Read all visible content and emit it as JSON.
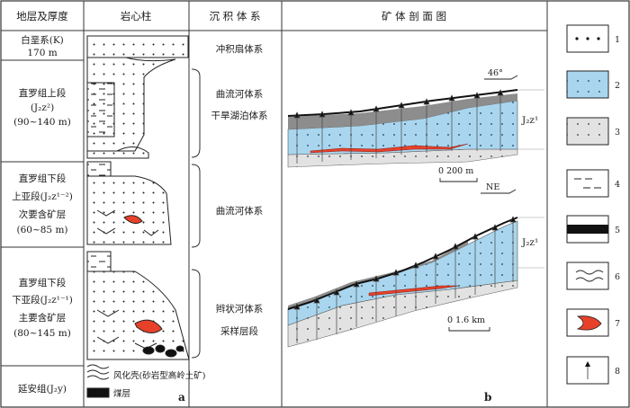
{
  "headers": {
    "strata": "地层及厚度",
    "core": "岩心柱",
    "system": "沉 积 体 系",
    "profile": "矿 体 剖 面 图"
  },
  "strata": [
    {
      "line1": "白垩系(K)",
      "line2": "170 m"
    },
    {
      "line1": "直罗组上段",
      "line2": "(J₂z²)",
      "line3": "(90~140 m)"
    },
    {
      "line1": "直罗组下段",
      "line2": "上亚段(J₂z¹⁻²)",
      "line3": "次要含矿层",
      "line4": "(60~85 m)"
    },
    {
      "line1": "直罗组下段",
      "line2": "下亚段(J₂z¹⁻¹)",
      "line3": "主要含矿层",
      "line4": "(80~145 m)"
    },
    {
      "line1": "延安组(J₂y)"
    }
  ],
  "systems": {
    "alluvial_fan": "冲积扇体系",
    "meander_upper": "曲流河体系",
    "dry_lake": "干旱湖泊体系",
    "meander_lower": "曲流河体系",
    "braided": "辫状河体系",
    "sampling": "采样层段"
  },
  "core_notes": {
    "weathering": "风化壳(砂岩型高岭土矿)",
    "coal": "煤层"
  },
  "panel_labels": {
    "a": "a",
    "b": "b"
  },
  "profile_top": {
    "orientation": "46°",
    "unit_label": "J₂z¹",
    "scale": "0  200 m"
  },
  "profile_bottom": {
    "orientation": "NE",
    "unit_label": "J₂z¹",
    "scale": "0  1.6 km"
  },
  "legend": [
    "1",
    "2",
    "3",
    "4",
    "5",
    "6",
    "7",
    "8"
  ],
  "colors": {
    "sandstone_blue": "#a9d6ee",
    "sandstone_gray": "#e2e2e2",
    "mudstone_dark": "#8d8d8d",
    "orebody_red": "#e8412a",
    "line": "#333333"
  }
}
